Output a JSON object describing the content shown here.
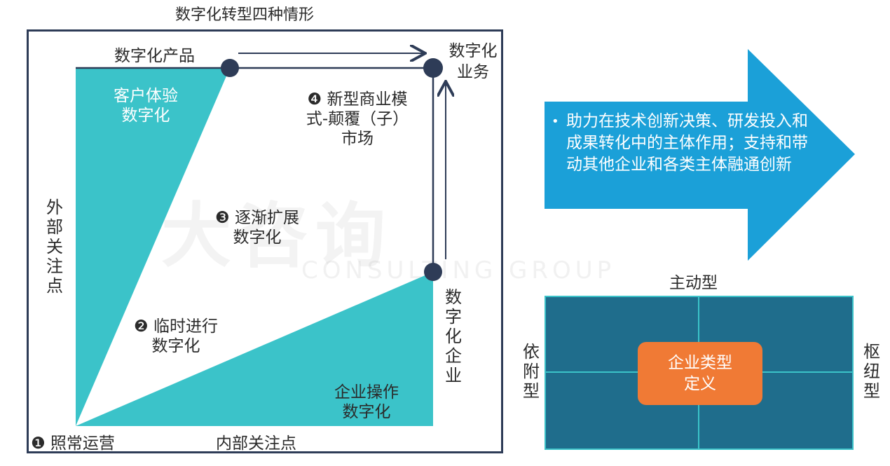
{
  "title": "数字化转型四种情形",
  "corners": {
    "top_left": "数字化产品",
    "top_right": "数字化业务",
    "right_mid": "数字化企业",
    "bottom_left": "❶ 照常运营",
    "bottom_mid": "内部关注点",
    "left_mid": "外部关注点"
  },
  "regions": {
    "customer": [
      "客户体验",
      "数字化"
    ],
    "new_model": [
      "❹ 新型商业模",
      "式-颠覆（子）",
      "市场"
    ],
    "gradual": [
      "❸ 逐渐扩展",
      "数字化"
    ],
    "temporary": [
      "❷ 临时进行",
      "数字化"
    ],
    "operations": [
      "企业操作",
      "数字化"
    ]
  },
  "arrow_panel": {
    "bullet": "•",
    "text": "助力在技术创新决策、研发投入和成果转化中的主体作用；支持和带动其他企业和各类主体融通创新"
  },
  "matrix": {
    "top_label": "主动型",
    "left_label": "依附型",
    "right_label": "枢纽型",
    "center_lines": [
      "企业类型",
      "定义"
    ]
  },
  "watermark": {
    "main": "中大咨询",
    "sub": "CONSULTING GROUP"
  },
  "colors": {
    "teal": "#3bc3c9",
    "navy": "#2e3c57",
    "arrow_blue": "#1ba0d8",
    "matrix_fill": "#1f6d8c",
    "orange": "#f07a35"
  }
}
